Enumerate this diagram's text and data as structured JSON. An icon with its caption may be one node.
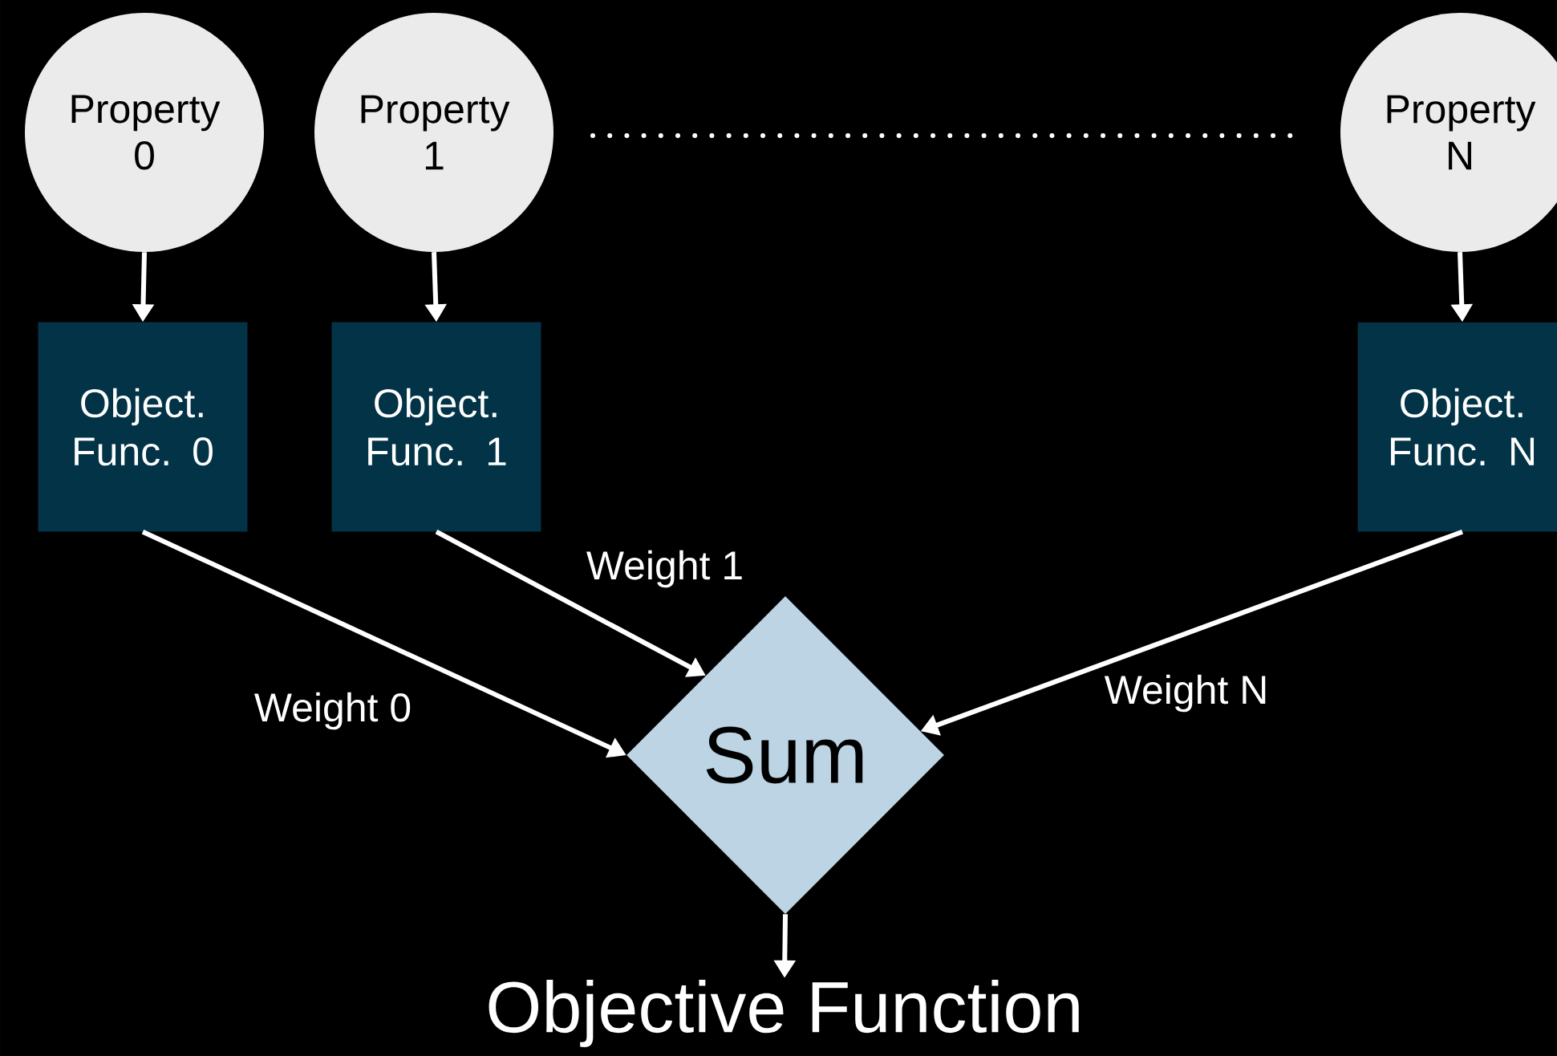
{
  "diagram": {
    "nodes": [
      {
        "text": [
          "Property 0"
        ]
      },
      {
        "text": [
          "Property 1"
        ]
      },
      {
        "text": [
          "Property N"
        ]
      },
      {
        "text": [
          "Object. Func. 0"
        ]
      },
      {
        "text": [
          "Object. Func. 1"
        ]
      },
      {
        "text": [
          "Object. Func. N"
        ]
      },
      {
        "text": [
          "Sum"
        ]
      },
      {
        "text": [
          "Objective Function"
        ]
      }
    ],
    "edges": [
      {
        "from": 0,
        "to": 3,
        "arrow": "to"
      },
      {
        "from": 1,
        "to": 4,
        "arrow": "to"
      },
      {
        "from": 2,
        "to": 5,
        "arrow": "to"
      },
      {
        "from": 3,
        "to": 6,
        "arrow": "to",
        "label": "Weight 0"
      },
      {
        "from": 4,
        "to": 6,
        "arrow": "to",
        "label": "Weight 1"
      },
      {
        "from": 5,
        "to": 6,
        "arrow": "to",
        "label": "Weight N"
      },
      {
        "from": 6,
        "to": 7,
        "arrow": "to"
      }
    ]
  }
}
